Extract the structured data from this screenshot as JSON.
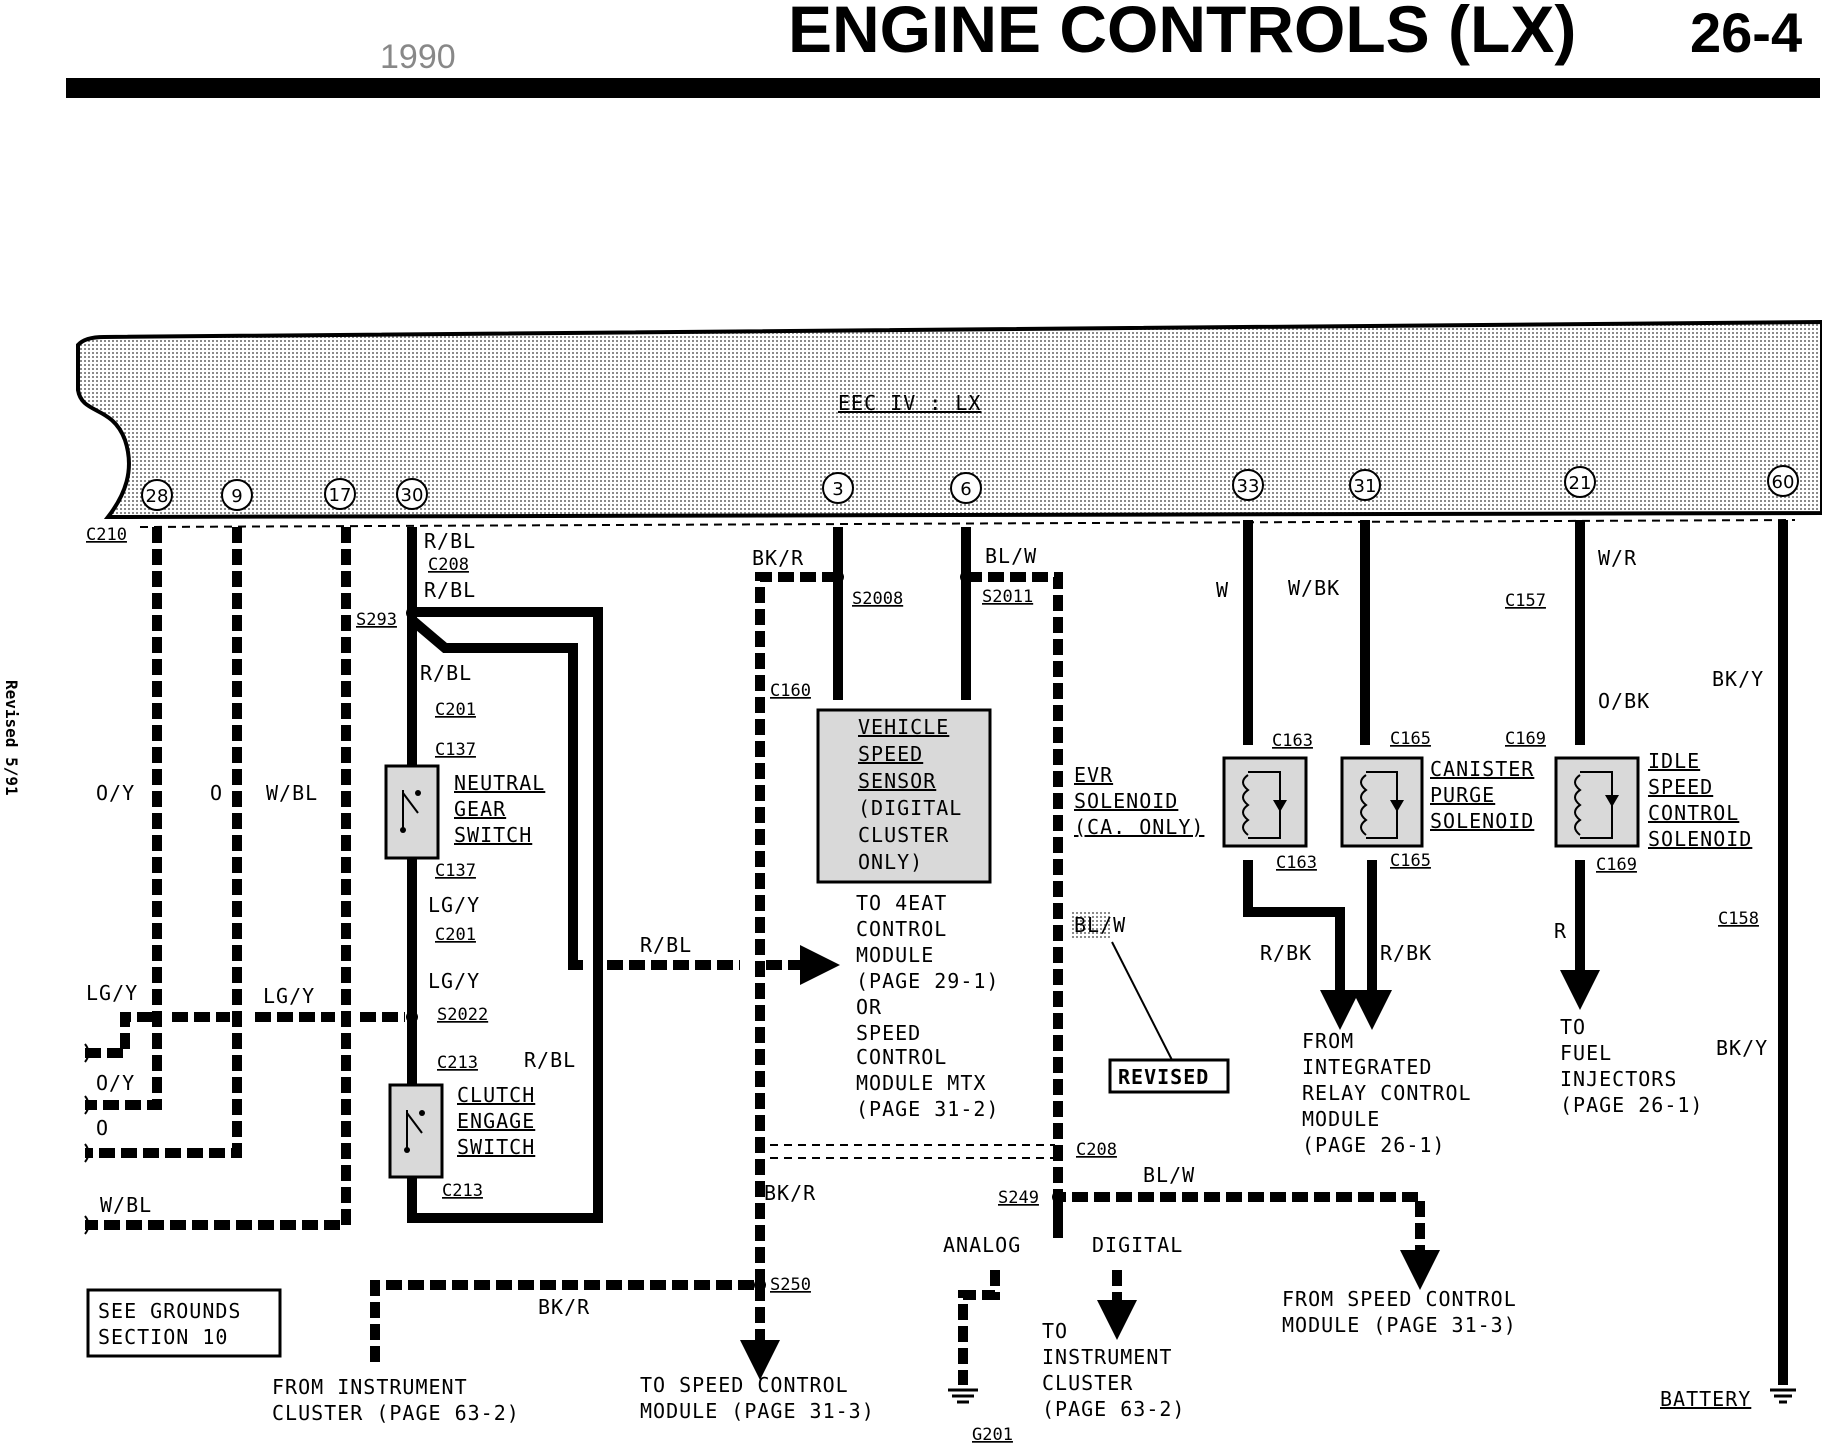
{
  "header": {
    "year": "1990",
    "title": "ENGINE CONTROLS (LX)",
    "page": "26-4",
    "side_note": "Revised 5/91"
  },
  "module": {
    "label": "EEC IV : LX"
  },
  "pins": [
    "28",
    "9",
    "17",
    "30",
    "3",
    "6",
    "33",
    "31",
    "21",
    "60"
  ],
  "connectors": {
    "c210": "C210",
    "c208a": "C208",
    "c208b": "C208",
    "c201a": "C201",
    "c201b": "C201",
    "c137a": "C137",
    "c137b": "C137",
    "c213a": "C213",
    "c213b": "C213",
    "c160": "C160",
    "c163a": "C163",
    "c163b": "C163",
    "c165a": "C165",
    "c165b": "C165",
    "c169a": "C169",
    "c169b": "C169",
    "c157": "C157",
    "c158": "C158"
  },
  "splices": {
    "s293": "S293",
    "s2022": "S2022",
    "s2008": "S2008",
    "s2011": "S2011",
    "s249": "S249",
    "s250": "S250"
  },
  "wires": {
    "oy": "O/Y",
    "o": "O",
    "wbl": "W/BL",
    "rbl": "R/BL",
    "lgy": "LG/Y",
    "bkr": "BK/R",
    "blw": "BL/W",
    "w": "W",
    "wbk": "W/BK",
    "wr": "W/R",
    "obk": "O/BK",
    "bky": "BK/Y",
    "rbk": "R/BK",
    "r": "R"
  },
  "components": {
    "neutral_gear_switch": [
      "NEUTRAL",
      "GEAR",
      "SWITCH"
    ],
    "clutch_engage_switch": [
      "CLUTCH",
      "ENGAGE",
      "SWITCH"
    ],
    "vss": [
      "VEHICLE",
      "SPEED",
      "SENSOR",
      "(DIGITAL",
      "CLUSTER",
      "ONLY)"
    ],
    "evr": [
      "EVR",
      "SOLENOID",
      "(CA. ONLY)"
    ],
    "canister": [
      "CANISTER",
      "PURGE",
      "SOLENOID"
    ],
    "isc": [
      "IDLE",
      "SPEED",
      "CONTROL",
      "SOLENOID"
    ]
  },
  "notes": {
    "to_4eat": [
      "TO 4EAT",
      "CONTROL",
      "MODULE",
      "(PAGE 29-1)",
      "OR",
      "SPEED",
      "CONTROL",
      "MODULE MTX",
      "(PAGE 31-2)"
    ],
    "from_irc": [
      "FROM",
      "INTEGRATED",
      "RELAY CONTROL",
      "MODULE",
      "(PAGE 26-1)"
    ],
    "to_injectors": [
      "TO",
      "FUEL",
      "INJECTORS",
      "(PAGE 26-1)"
    ],
    "from_scm": [
      "FROM SPEED CONTROL",
      "MODULE (PAGE 31-3)"
    ],
    "to_cluster": [
      "TO",
      "INSTRUMENT",
      "CLUSTER",
      "(PAGE 63-2)"
    ],
    "from_cluster": [
      "FROM INSTRUMENT",
      "CLUSTER (PAGE 63-2)"
    ],
    "to_scm": [
      "TO SPEED CONTROL",
      "MODULE (PAGE 31-3)"
    ],
    "grounds": [
      "SEE GROUNDS",
      "SECTION 10"
    ],
    "analog": "ANALOG",
    "digital": "DIGITAL",
    "ground_id": "G201",
    "battery": "BATTERY",
    "revised": "REVISED",
    "revised_wire": "BL/W"
  },
  "icons": {
    "ground": "ground-symbol-icon",
    "switch": "switch-contact-icon",
    "coil": "coil-icon",
    "arrow": "arrow-icon"
  }
}
